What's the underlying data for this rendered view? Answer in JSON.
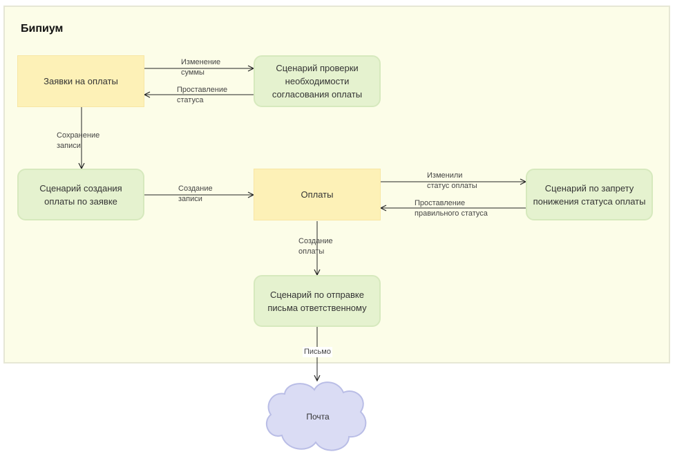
{
  "container": {
    "title": "Бипиум"
  },
  "nodes": {
    "payment_requests": "Заявки на оплаты",
    "check_scenario": "Сценарий проверки необходимости согласования оплаты",
    "create_payment_scenario": "Сценарий создания оплаты по заявке",
    "payments": "Оплаты",
    "status_ban_scenario": "Сценарий по запрету понижения статуса оплаты",
    "email_scenario": "Сценарий по отправке письма ответственному",
    "mail": "Почта"
  },
  "edges": {
    "amount_change": [
      "Изменение",
      "суммы"
    ],
    "status_set": [
      "Проставление",
      "статуса"
    ],
    "record_save": [
      "Сохранение",
      "записи"
    ],
    "record_create": [
      "Создание",
      "записи"
    ],
    "status_changed": [
      "Изменили",
      "статус оплаты"
    ],
    "correct_status_set": [
      "Проставление",
      "правильного статуса"
    ],
    "payment_create": [
      "Создание",
      "оплаты"
    ],
    "letter": [
      "Письмо"
    ]
  },
  "colors": {
    "container_fill": "#fcfde8",
    "container_border": "#e6e7d5",
    "entity_fill": "#fdf1b7",
    "scenario_fill": "#e5f2cf",
    "scenario_border": "#d6e9bd",
    "cloud_fill": "#dadcf4",
    "cloud_border": "#b9bde6",
    "edge": "#222222"
  }
}
